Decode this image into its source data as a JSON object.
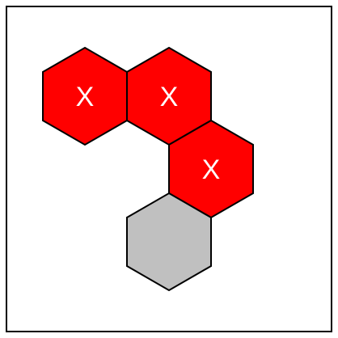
{
  "game": {
    "colors": {
      "board_background": "#ffffff",
      "board_border": "#000000",
      "cell_outline": "#000000",
      "marked_fill": "#ff0000",
      "empty_fill": "#c0c0c0",
      "mark_text": "#ffffff"
    },
    "cells": [
      {
        "id": "cell-1",
        "state": "marked",
        "label": "X"
      },
      {
        "id": "cell-2",
        "state": "marked",
        "label": "X"
      },
      {
        "id": "cell-3",
        "state": "marked",
        "label": "X"
      },
      {
        "id": "cell-4",
        "state": "empty",
        "label": ""
      }
    ]
  }
}
